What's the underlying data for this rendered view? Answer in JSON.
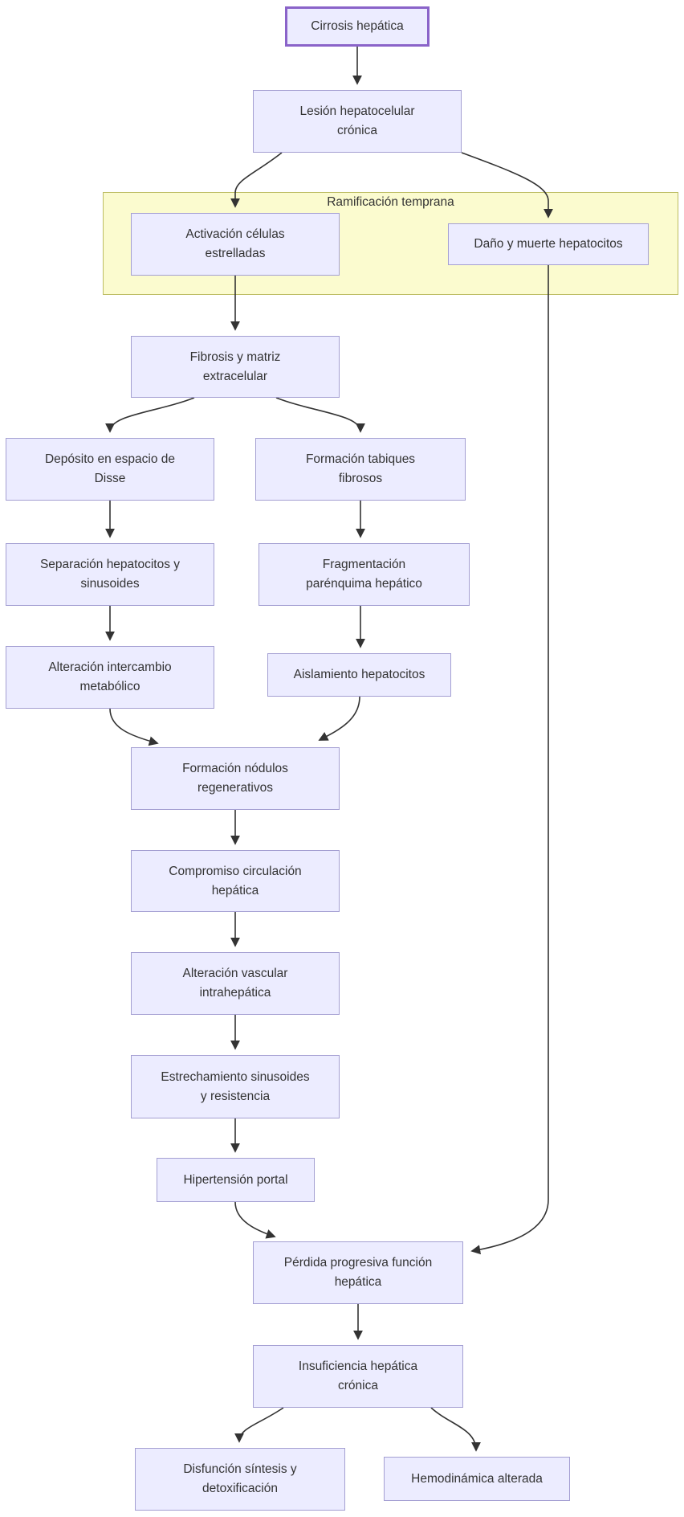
{
  "diagram": {
    "type": "flowchart",
    "direction": "top-down",
    "background": "#ffffff",
    "colors": {
      "node_fill": "#ececff",
      "node_border": "#a49fd2",
      "emphasis_border": "#8a63c9",
      "cluster_fill": "#fbfbcf",
      "cluster_border": "#bcbc62",
      "edge": "#333333",
      "text": "#333333"
    },
    "cluster": {
      "label": "Ramificación temprana"
    },
    "nodes": [
      {
        "id": "cirrosis",
        "label": "Cirrosis hepática",
        "emphasis": true
      },
      {
        "id": "lesion",
        "label": "Lesión hepatocelular\ncrónica"
      },
      {
        "id": "activacion",
        "label": "Activación células\nestrelladas"
      },
      {
        "id": "dano",
        "label": "Daño y muerte hepatocitos"
      },
      {
        "id": "fibrosis",
        "label": "Fibrosis y matriz\nextracelular"
      },
      {
        "id": "deposito",
        "label": "Depósito en espacio de\nDisse"
      },
      {
        "id": "tabiques",
        "label": "Formación tabiques\nfibrosos"
      },
      {
        "id": "separacion",
        "label": "Separación hepatocitos y\nsinusoides"
      },
      {
        "id": "fragmentacion",
        "label": "Fragmentación\nparénquima hepático"
      },
      {
        "id": "intercambio",
        "label": "Alteración intercambio\nmetabólico"
      },
      {
        "id": "aislamiento",
        "label": "Aislamiento hepatocitos"
      },
      {
        "id": "nodulos",
        "label": "Formación nódulos\nregenerativos"
      },
      {
        "id": "compromiso",
        "label": "Compromiso circulación\nhepática"
      },
      {
        "id": "vascular",
        "label": "Alteración vascular\nintrahepática"
      },
      {
        "id": "estrechamiento",
        "label": "Estrechamiento sinusoides\ny resistencia"
      },
      {
        "id": "hipertension",
        "label": "Hipertensión portal"
      },
      {
        "id": "perdida",
        "label": "Pérdida progresiva función\nhepática"
      },
      {
        "id": "insuficiencia",
        "label": "Insuficiencia hepática\ncrónica"
      },
      {
        "id": "disfuncion",
        "label": "Disfunción síntesis y\ndetoxificación"
      },
      {
        "id": "hemodinamica",
        "label": "Hemodinámica alterada"
      }
    ],
    "edges": [
      {
        "from": "cirrosis",
        "to": "lesion"
      },
      {
        "from": "lesion",
        "to": "activacion"
      },
      {
        "from": "lesion",
        "to": "dano"
      },
      {
        "from": "activacion",
        "to": "fibrosis"
      },
      {
        "from": "fibrosis",
        "to": "deposito"
      },
      {
        "from": "fibrosis",
        "to": "tabiques"
      },
      {
        "from": "deposito",
        "to": "separacion"
      },
      {
        "from": "tabiques",
        "to": "fragmentacion"
      },
      {
        "from": "separacion",
        "to": "intercambio"
      },
      {
        "from": "fragmentacion",
        "to": "aislamiento"
      },
      {
        "from": "intercambio",
        "to": "nodulos"
      },
      {
        "from": "aislamiento",
        "to": "nodulos"
      },
      {
        "from": "nodulos",
        "to": "compromiso"
      },
      {
        "from": "compromiso",
        "to": "vascular"
      },
      {
        "from": "vascular",
        "to": "estrechamiento"
      },
      {
        "from": "estrechamiento",
        "to": "hipertension"
      },
      {
        "from": "hipertension",
        "to": "perdida"
      },
      {
        "from": "dano",
        "to": "perdida"
      },
      {
        "from": "perdida",
        "to": "insuficiencia"
      },
      {
        "from": "insuficiencia",
        "to": "disfuncion"
      },
      {
        "from": "insuficiencia",
        "to": "hemodinamica"
      }
    ]
  }
}
